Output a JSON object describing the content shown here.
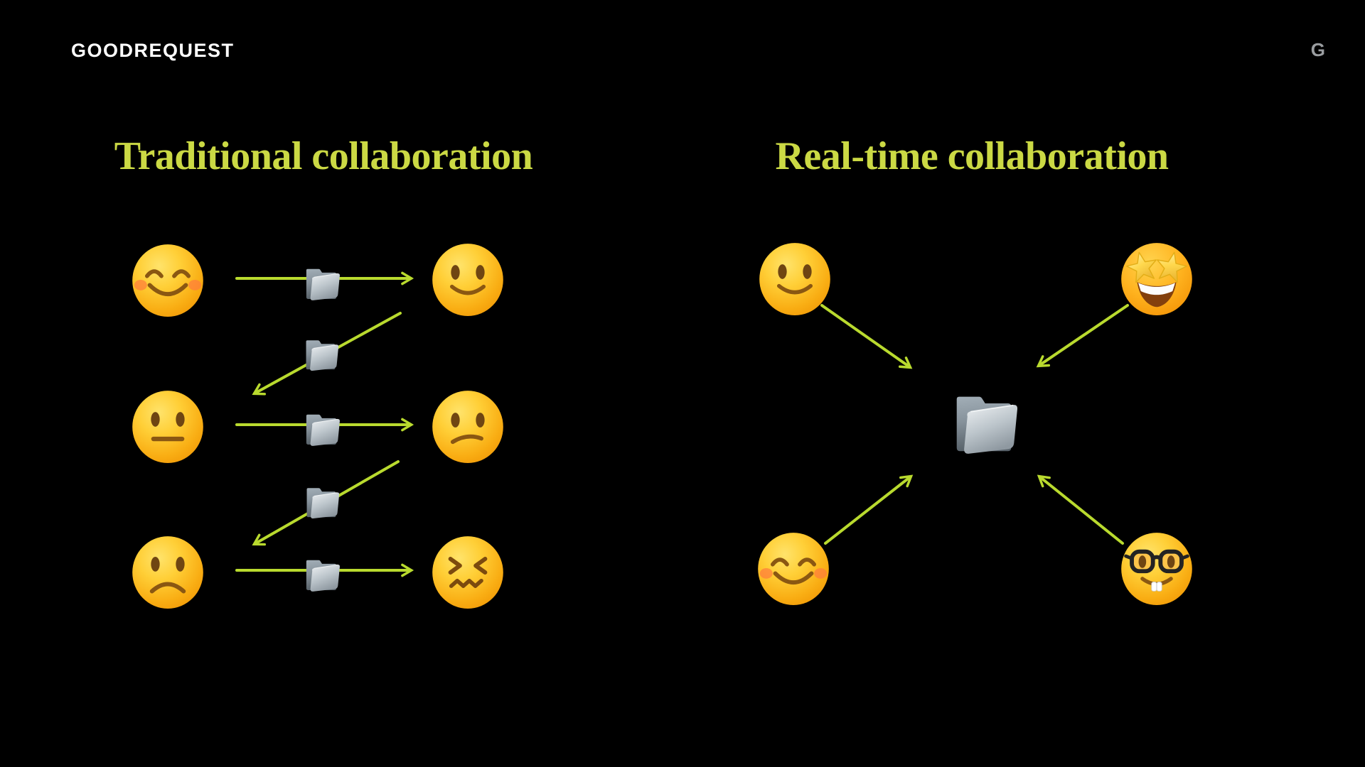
{
  "header": {
    "logo_text": "GOODREQUEST",
    "logo_mark": "G"
  },
  "left_diagram": {
    "title": "Traditional collaboration",
    "rows": [
      {
        "sender_emoji": "smiling-face-with-smiling-eyes",
        "artifact": "open-folder",
        "receiver_emoji": "slightly-smiling-face"
      },
      {
        "sender_emoji": "neutral-face",
        "artifact": "open-folder",
        "receiver_emoji": "confused-face"
      },
      {
        "sender_emoji": "frowning-face",
        "artifact": "open-folder",
        "receiver_emoji": "confounded-face"
      }
    ],
    "handoffs": [
      {
        "artifact": "open-folder",
        "from": "row-1-receiver",
        "to": "row-2-sender"
      },
      {
        "artifact": "open-folder",
        "from": "row-2-receiver",
        "to": "row-3-sender"
      }
    ]
  },
  "right_diagram": {
    "title": "Real-time collaboration",
    "center_artifact": "open-folder",
    "participants": [
      {
        "position": "top-left",
        "emoji": "slightly-smiling-face"
      },
      {
        "position": "top-right",
        "emoji": "star-struck"
      },
      {
        "position": "bottom-left",
        "emoji": "smiling-face-with-smiling-eyes"
      },
      {
        "position": "bottom-right",
        "emoji": "nerd-face"
      }
    ]
  },
  "colors": {
    "background": "#000000",
    "title_accent": "#cbd944",
    "arrow": "#b9da2e",
    "logo": "#ffffff",
    "monogram": "#9a9da0",
    "emoji_yellow": "#ffc832",
    "folder_gray": "#aab4bc"
  }
}
